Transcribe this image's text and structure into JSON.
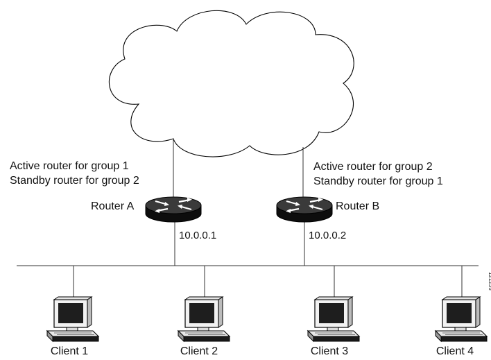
{
  "router_a": {
    "name": "Router A",
    "role_line1": "Active router for group 1",
    "role_line2": "Standby router for group 2",
    "ip": "10.0.0.1"
  },
  "router_b": {
    "name": "Router B",
    "role_line1": "Active router for group 2",
    "role_line2": "Standby router for group 1",
    "ip": "10.0.0.2"
  },
  "clients": [
    {
      "label": "Client 1"
    },
    {
      "label": "Client 2"
    },
    {
      "label": "Client 3"
    },
    {
      "label": "Client 4"
    }
  ],
  "figure_id": "121235",
  "colors": {
    "line": "#333333",
    "router_top": "#3a3a3a",
    "router_body": "#0d0d0d",
    "router_arrows": "#ffffff",
    "monitor_face": "#1e1e1e",
    "monitor_frame": "#f2f2f2",
    "outline": "#000000"
  }
}
